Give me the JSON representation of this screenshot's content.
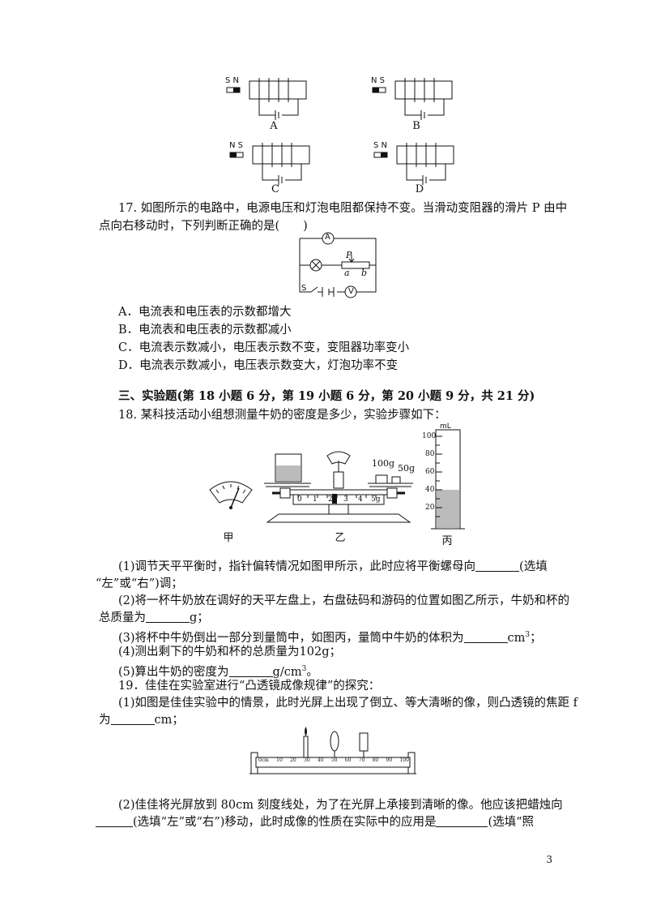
{
  "coil_figures": {
    "A": {
      "label": "A",
      "left_pole": "S",
      "right_pole": "N"
    },
    "B": {
      "label": "B",
      "left_pole": "N",
      "right_pole": "S"
    },
    "C": {
      "label": "C",
      "left_pole": "N",
      "right_pole": "S"
    },
    "D": {
      "label": "D",
      "left_pole": "S",
      "right_pole": "N"
    }
  },
  "q17": {
    "stem_line1": "17. 如图所示的电路中，电源电压和灯泡电阻都保持不变。当滑动变阻器的滑片 P 由中",
    "stem_line2": "点向右移动时，下列判断正确的是(　　)",
    "circuit": {
      "ammeter": "A",
      "voltmeter": "V",
      "slider": "P",
      "end_a": "a",
      "end_b": "b",
      "switch": "S"
    },
    "options": [
      "A．电流表和电压表的示数都增大",
      "B．电流表和电压表的示数都减小",
      "C．电流表示数减小，电压表示数不变，变阻器功率变小",
      "D．电流表示数减小，电压表示数变大，灯泡功率不变"
    ]
  },
  "section3": {
    "heading": "三、实验题(第 18 小题 6 分，第 19 小题 6 分，第 20 小题 9 分，共 21 分)"
  },
  "q18": {
    "stem": "18. 某科技活动小组想测量牛奶的密度是多少，实验步骤如下：",
    "fig_labels": {
      "jia": "甲",
      "yi": "乙",
      "bing": "丙"
    },
    "weights": {
      "w1": "100g",
      "w2": "50g"
    },
    "scale": {
      "t0": "0",
      "t1": "1",
      "t2": "2",
      "t3": "3",
      "t4": "4",
      "t5": "5g"
    },
    "cylinder": {
      "unit": "mL",
      "ticks": [
        "100",
        "80",
        "60",
        "40",
        "20"
      ]
    },
    "p1a": "(1)调节天平平衡时，指针偏转情况如图甲所示，此时应将平衡螺母向",
    "p1b": "(选填",
    "p1c": "“左”或“右”)调；",
    "p2a": "(2)将一杯牛奶放在调好的天平左盘上，右盘砝码和游码的位置如图乙所示，牛奶和杯的",
    "p2b": "总质量为",
    "p2c": "g；",
    "p3a": "(3)将杯中牛奶倒出一部分到量筒中，如图丙，量筒中牛奶的体积为",
    "p3b": "cm",
    "p3c": "；",
    "p4": "(4)测出剩下的牛奶和杯的总质量为102g；",
    "p5a": "(5)算出牛奶的密度为",
    "p5b": "g/cm",
    "p5c": "。"
  },
  "q19": {
    "stem": "19．佳佳在实验室进行“凸透镜成像规律”的探究：",
    "p1a": "(1)如图是佳佳实验中的情景，此时光屏上出现了倒立、等大清晰的像，则凸透镜的焦距 f",
    "p1b": "为",
    "p1c": "cm；",
    "bench_ticks": [
      "0cm",
      "10",
      "20",
      "30",
      "40",
      "50",
      "60",
      "70",
      "80",
      "90",
      "100"
    ],
    "p2a": "(2)佳佳将光屏放到 80cm 刻度线处，为了在光屏上承接到清晰的像。他应该把蜡烛向",
    "p2b": "(选填“左”或“右”)移动，此时成像的性质在实际中的应用是",
    "p2c": "(选填“照"
  },
  "page_number": "3",
  "sup3": "3"
}
